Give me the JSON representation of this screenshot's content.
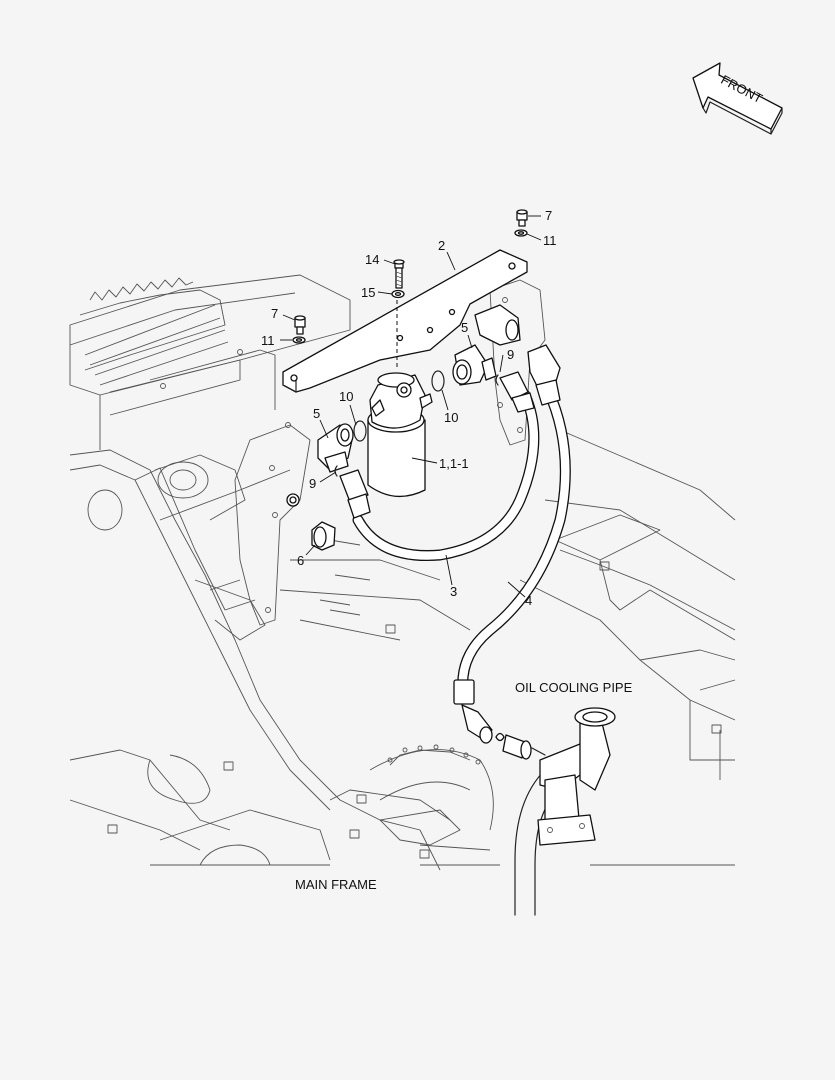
{
  "direction_label": "FRONT",
  "labels": {
    "oil_cooling_pipe": "OIL COOLING PIPE",
    "main_frame": "MAIN FRAME"
  },
  "callouts": {
    "c7_top": "7",
    "c11_top": "11",
    "c2": "2",
    "c14": "14",
    "c15": "15",
    "c7_left": "7",
    "c11_left": "11",
    "c5_right": "5",
    "c9_right": "9",
    "c10_left": "10",
    "c10_right": "10",
    "c5_left": "5",
    "c1": "1,1-1",
    "c9_left": "9",
    "c6": "6",
    "c3": "3",
    "c4": "4"
  },
  "icons": {
    "direction_arrow": "front-arrow-icon"
  }
}
